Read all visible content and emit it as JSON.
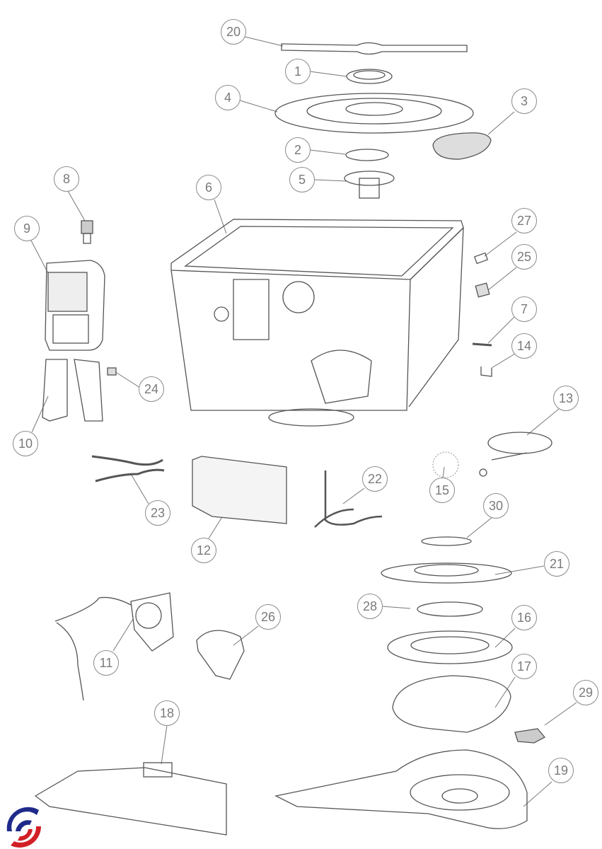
{
  "diagram": {
    "type": "exploded parts diagram",
    "callouts": [
      "20",
      "1",
      "4",
      "3",
      "2",
      "5",
      "8",
      "6",
      "27",
      "9",
      "25",
      "7",
      "14",
      "24",
      "13",
      "10",
      "22",
      "15",
      "30",
      "23",
      "12",
      "21",
      "28",
      "26",
      "16",
      "11",
      "17",
      "29",
      "18",
      "19"
    ]
  },
  "colors": {
    "line": "#555555",
    "callout": "#8a8a8a",
    "logo_blue": "#1f2a8a",
    "logo_red": "#d21f26"
  }
}
